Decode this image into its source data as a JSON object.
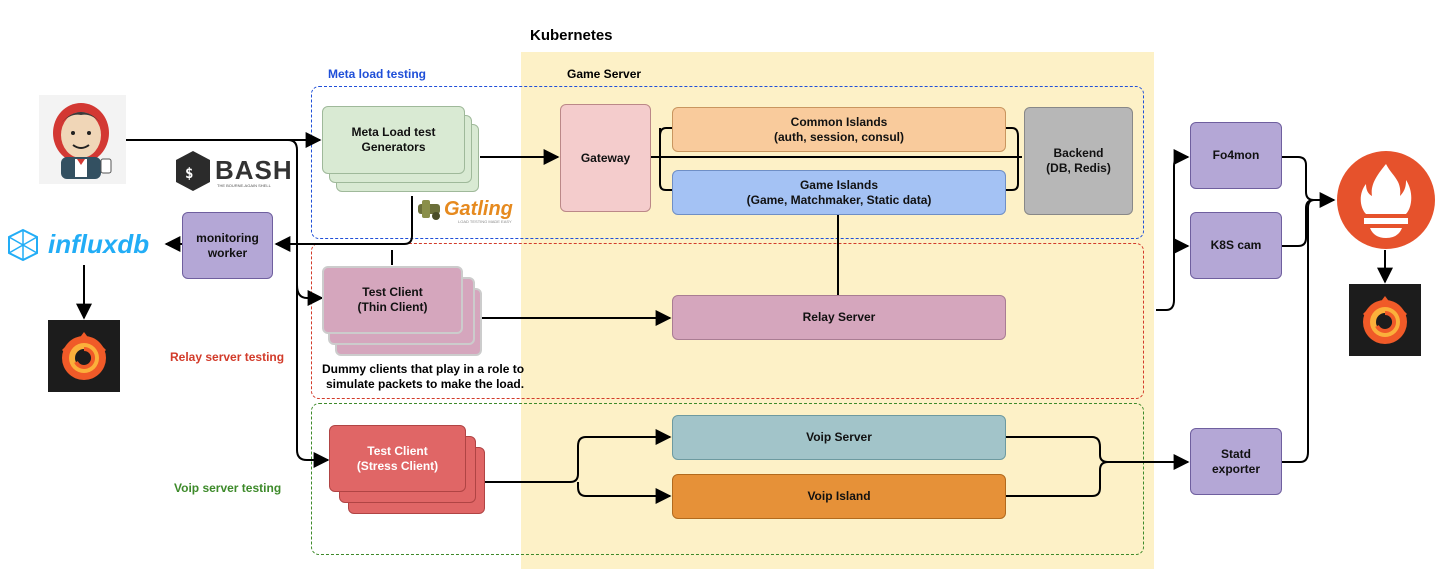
{
  "kubernetes": {
    "title": "Kubernetes"
  },
  "game_server": {
    "title": "Game Server"
  },
  "sections": {
    "meta": {
      "label": "Meta load testing",
      "color": "#1f4fd8"
    },
    "relay": {
      "label": "Relay server testing",
      "color": "#d23b2a"
    },
    "voip": {
      "label": "Voip server testing",
      "color": "#3d8a2a"
    }
  },
  "logos": {
    "jenkins": {
      "icon": "jenkins-icon"
    },
    "bash": {
      "text": "BASH",
      "sub": "THE BOURNE-AGAIN SHELL"
    },
    "gatling": {
      "text": "Gatling",
      "sub": "LOAD TESTING MADE EASY"
    },
    "influxdb": {
      "text": "influxdb"
    },
    "grafana": {
      "icon": "grafana-icon"
    },
    "prometheus": {
      "icon": "prometheus-icon"
    }
  },
  "boxes": {
    "meta_gen": {
      "line1": "Meta Load test",
      "line2": "Generators"
    },
    "gateway": {
      "label": "Gateway"
    },
    "common_islands": {
      "line1": "Common Islands",
      "line2": "(auth, session, consul)"
    },
    "game_islands": {
      "line1": "Game Islands",
      "line2": "(Game, Matchmaker, Static data)"
    },
    "backend": {
      "line1": "Backend",
      "line2": "(DB, Redis)"
    },
    "monitoring": {
      "line1": "monitoring",
      "line2": "worker"
    },
    "thin_client": {
      "line1": "Test Client",
      "line2": "(Thin Client)"
    },
    "relay_server": {
      "label": "Relay Server"
    },
    "stress_client": {
      "line1": "Test Client",
      "line2": "(Stress Client)"
    },
    "voip_server": {
      "label": "Voip Server"
    },
    "voip_island": {
      "label": "Voip Island"
    },
    "fo4mon": {
      "label": "Fo4mon"
    },
    "k8s_cam": {
      "label": "K8S cam"
    },
    "statd": {
      "line1": "Statd",
      "line2": "exporter"
    }
  },
  "notes": {
    "dummy": {
      "line1": "Dummy clients that play in a role to",
      "line2": "simulate packets to make the load."
    }
  },
  "colors": {
    "kubernetes_bg": "#fdf1c7",
    "green": "#d9ead3",
    "pink": "#d5a6bd",
    "red": "#e06666",
    "orange": "#f9cb9c",
    "blue": "#a4c2f4",
    "gray": "#b7b7b7",
    "purple": "#b4a7d6",
    "teal": "#a2c4c9",
    "dark_orange": "#e69138",
    "gateway": "#f4cccc"
  }
}
